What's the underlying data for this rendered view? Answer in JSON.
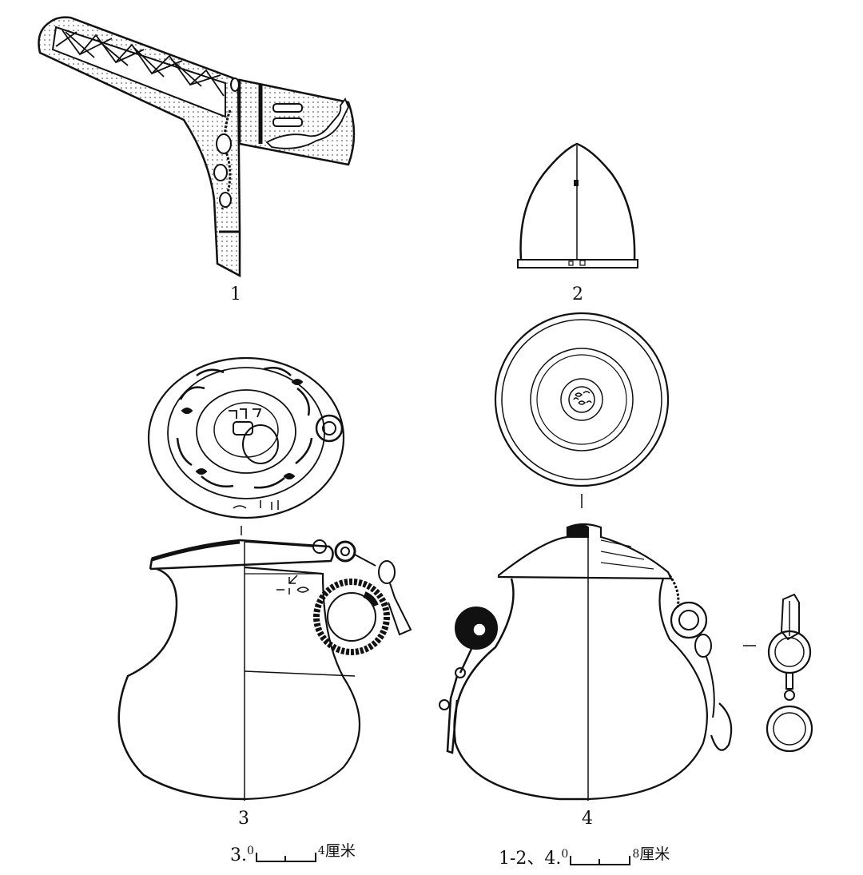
{
  "figure_labels": {
    "fig1": "1",
    "fig2": "2",
    "fig3": "3",
    "fig4": "4"
  },
  "scale_bars": {
    "left": {
      "prefix": "3.",
      "start": "0",
      "end": "4",
      "unit": "厘米"
    },
    "right": {
      "prefix": "1-2、4.",
      "start": "0",
      "end": "8",
      "unit": "厘米"
    }
  },
  "colors": {
    "ink": "#111111",
    "paper": "#ffffff"
  },
  "icons": [
    "ge-dagger-axe",
    "helmet",
    "lidded-jar-with-chain",
    "pot-with-ring-handles",
    "chain-link-detail"
  ]
}
